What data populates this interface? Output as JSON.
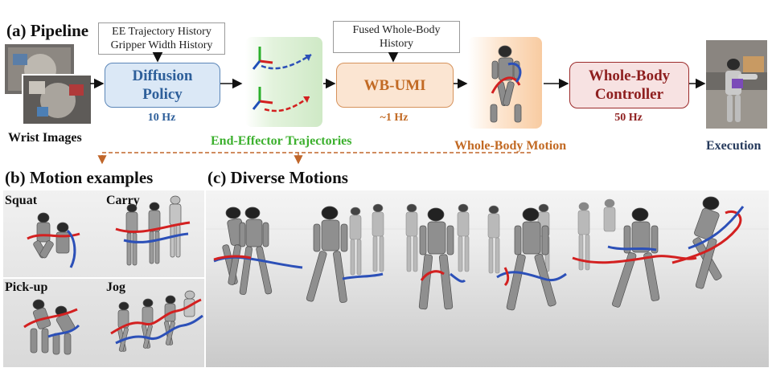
{
  "colors": {
    "policy_fill": "#dbe8f6",
    "policy_border": "#5b86b8",
    "policy_text": "#2e5f9a",
    "wbumi_fill": "#fbe5d2",
    "wbumi_border": "#d6925b",
    "wbumi_text": "#c26a24",
    "controller_fill": "#f7e2e2",
    "controller_border": "#9c2b2b",
    "controller_text": "#8e1f1f",
    "wrist_caption": "#2e5f9a",
    "traj_caption": "#3cb02e",
    "motion_caption": "#c26a24",
    "exec_caption": "#263a5c",
    "dashed_arrow": "#c0662a"
  },
  "pipeline": {
    "title": "(a) Pipeline",
    "ee_history_note": {
      "line1": "EE Trajectory History",
      "line2": "Gripper Width History"
    },
    "fused_history_note": {
      "line1": "Fused Whole-Body",
      "line2": "History"
    },
    "diffusion_policy": {
      "line1": "Diffusion",
      "line2": "Policy",
      "rate": "10 Hz"
    },
    "wb_umi": {
      "label": "WB-UMI",
      "rate": "~1 Hz"
    },
    "controller": {
      "line1": "Whole-Body",
      "line2": "Controller",
      "rate": "50 Hz"
    },
    "captions": {
      "wrist": "Wrist Images",
      "trajectories": "End-Effector Trajectories",
      "motion": "Whole-Body Motion",
      "execution": "Execution"
    }
  },
  "motion_examples": {
    "title": "(b) Motion examples",
    "items": [
      {
        "label": "Squat"
      },
      {
        "label": "Carry"
      },
      {
        "label": "Pick-up"
      },
      {
        "label": "Jog"
      }
    ]
  },
  "diverse": {
    "title": "(c) Diverse Motions"
  }
}
